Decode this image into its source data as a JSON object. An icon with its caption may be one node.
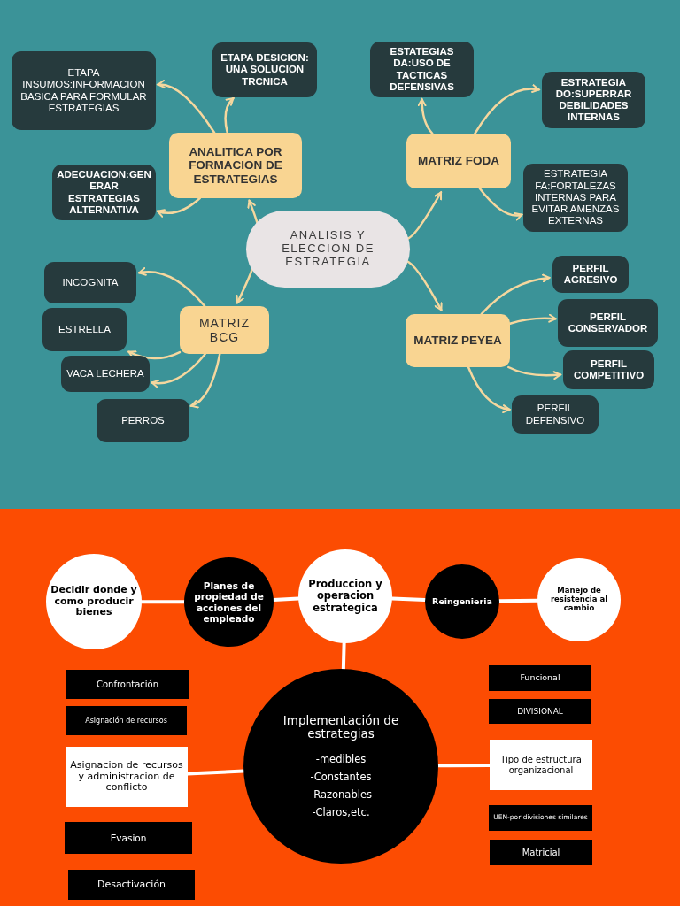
{
  "diagram": {
    "nodes": [
      {
        "text": [
          "ANALISIS Y ELECCION DE ESTRATEGIA"
        ]
      },
      {
        "text": [
          "ANALITICA POR FORMACION DE ESTRATEGIAS"
        ]
      },
      {
        "text": [
          "ETAPA INSUMOS:INFORMACION BASICA PARA FORMULAR ESTRATEGIAS"
        ]
      },
      {
        "text": [
          "ETAPA DESICION: UNA SOLUCION TRCNICA"
        ]
      },
      {
        "text": [
          "ADECUACION:GENERAR ESTRATEGIAS ALTERNATIVA"
        ]
      },
      {
        "text": [
          "MATRIZ FODA"
        ]
      },
      {
        "text": [
          "ESTATEGIAS DA:USO DE TACTICAS DEFENSIVAS"
        ]
      },
      {
        "text": [
          "ESTRATEGIA DO:SUPERRAR DEBILIDADES INTERNAS"
        ]
      },
      {
        "text": [
          "ESTRATEGIA FA:FORTALEZAS INTERNAS PARA EVITAR AMENZAS EXTERNAS"
        ]
      },
      {
        "text": [
          "MATRIZ BCG"
        ]
      },
      {
        "text": [
          "INCOGNITA"
        ]
      },
      {
        "text": [
          "ESTRELLA"
        ]
      },
      {
        "text": [
          "VACA LECHERA"
        ]
      },
      {
        "text": [
          "PERROS"
        ]
      },
      {
        "text": [
          "MATRIZ PEYEA"
        ]
      },
      {
        "text": [
          "PERFIL AGRESIVO"
        ]
      },
      {
        "text": [
          "PERFIL CONSERVADOR"
        ]
      },
      {
        "text": [
          "PERFIL COMPETITIVO"
        ]
      },
      {
        "text": [
          "PERFIL DEFENSIVO"
        ]
      },
      {
        "text": [
          "Decidir donde y como producir bienes"
        ]
      },
      {
        "text": [
          "Planes de propiedad de acciones del empleado"
        ]
      },
      {
        "text": [
          "Produccion y operacion estrategica"
        ]
      },
      {
        "text": [
          "Reingenieria"
        ]
      },
      {
        "text": [
          "Manejo de resistencia al cambio"
        ]
      },
      {
        "text": [
          "Implementación de estrategias",
          "-medibles",
          "-Constantes",
          "-Razonables",
          "-Claros,etc."
        ]
      },
      {
        "text": [
          "Confrontación"
        ]
      },
      {
        "text": [
          "Asignación de recursos"
        ]
      },
      {
        "text": [
          "Asignacion de recursos y administracion de conflicto"
        ]
      },
      {
        "text": [
          "Evasion"
        ]
      },
      {
        "text": [
          "Desactivación"
        ]
      },
      {
        "text": [
          "Funcional"
        ]
      },
      {
        "text": [
          "DIVISIONAL"
        ]
      },
      {
        "text": [
          "Tipo de estructura organizacional"
        ]
      },
      {
        "text": [
          "UEN-por divisiones similares"
        ]
      },
      {
        "text": [
          "Matricial"
        ]
      }
    ],
    "edges": [
      {
        "from": 0,
        "to": 1,
        "arrow": "to"
      },
      {
        "from": 1,
        "to": 2,
        "arrow": "to"
      },
      {
        "from": 1,
        "to": 3,
        "arrow": "to"
      },
      {
        "from": 1,
        "to": 4,
        "arrow": "to"
      },
      {
        "from": 0,
        "to": 5,
        "arrow": "to"
      },
      {
        "from": 5,
        "to": 6,
        "arrow": "to"
      },
      {
        "from": 5,
        "to": 7,
        "arrow": "to"
      },
      {
        "from": 5,
        "to": 8,
        "arrow": "to"
      },
      {
        "from": 0,
        "to": 9,
        "arrow": "to"
      },
      {
        "from": 9,
        "to": 10,
        "arrow": "to"
      },
      {
        "from": 9,
        "to": 11,
        "arrow": "to"
      },
      {
        "from": 9,
        "to": 12,
        "arrow": "to"
      },
      {
        "from": 9,
        "to": 13,
        "arrow": "to"
      },
      {
        "from": 0,
        "to": 14,
        "arrow": "to"
      },
      {
        "from": 14,
        "to": 15,
        "arrow": "to"
      },
      {
        "from": 14,
        "to": 16,
        "arrow": "to"
      },
      {
        "from": 14,
        "to": 17,
        "arrow": "to"
      },
      {
        "from": 14,
        "to": 18,
        "arrow": "to"
      },
      {
        "from": 19,
        "to": 20,
        "arrow": "none",
        "color": "#ffffff"
      },
      {
        "from": 20,
        "to": 21,
        "arrow": "none",
        "color": "#ffffff"
      },
      {
        "from": 21,
        "to": 22,
        "arrow": "none",
        "color": "#ffffff"
      },
      {
        "from": 22,
        "to": 23,
        "arrow": "none",
        "color": "#ffffff"
      },
      {
        "from": 21,
        "to": 24,
        "arrow": "none",
        "color": "#ffffff"
      },
      {
        "from": 27,
        "to": 24,
        "arrow": "none",
        "color": "#ffffff"
      },
      {
        "from": 24,
        "to": 32,
        "arrow": "none",
        "color": "#ffffff"
      }
    ]
  }
}
